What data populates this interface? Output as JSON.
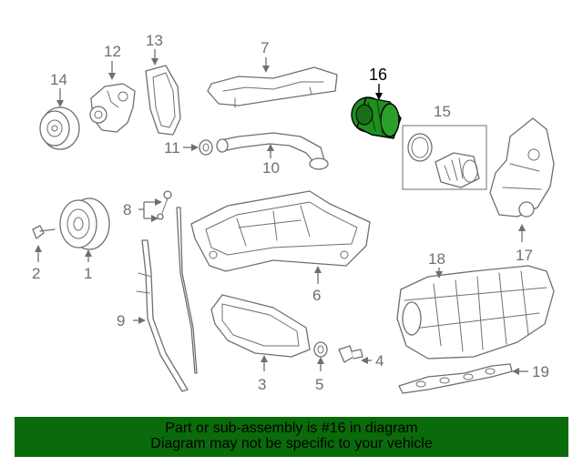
{
  "diagram": {
    "highlight_color": "#1f8f1f",
    "callouts": [
      {
        "id": "1",
        "label": "1"
      },
      {
        "id": "2",
        "label": "2"
      },
      {
        "id": "3",
        "label": "3"
      },
      {
        "id": "4",
        "label": "4"
      },
      {
        "id": "5",
        "label": "5"
      },
      {
        "id": "6",
        "label": "6"
      },
      {
        "id": "7",
        "label": "7"
      },
      {
        "id": "8",
        "label": "8"
      },
      {
        "id": "9",
        "label": "9"
      },
      {
        "id": "10",
        "label": "10"
      },
      {
        "id": "11",
        "label": "11"
      },
      {
        "id": "12",
        "label": "12"
      },
      {
        "id": "13",
        "label": "13"
      },
      {
        "id": "14",
        "label": "14"
      },
      {
        "id": "15",
        "label": "15"
      },
      {
        "id": "16",
        "label": "16",
        "highlighted": true
      },
      {
        "id": "17",
        "label": "17"
      },
      {
        "id": "18",
        "label": "18"
      },
      {
        "id": "19",
        "label": "19"
      }
    ]
  },
  "banner": {
    "background_color": "#0a6b0a",
    "line1": "Part or sub-assembly is #16 in diagram",
    "line2": "Diagram may not be specific to your vehicle"
  }
}
